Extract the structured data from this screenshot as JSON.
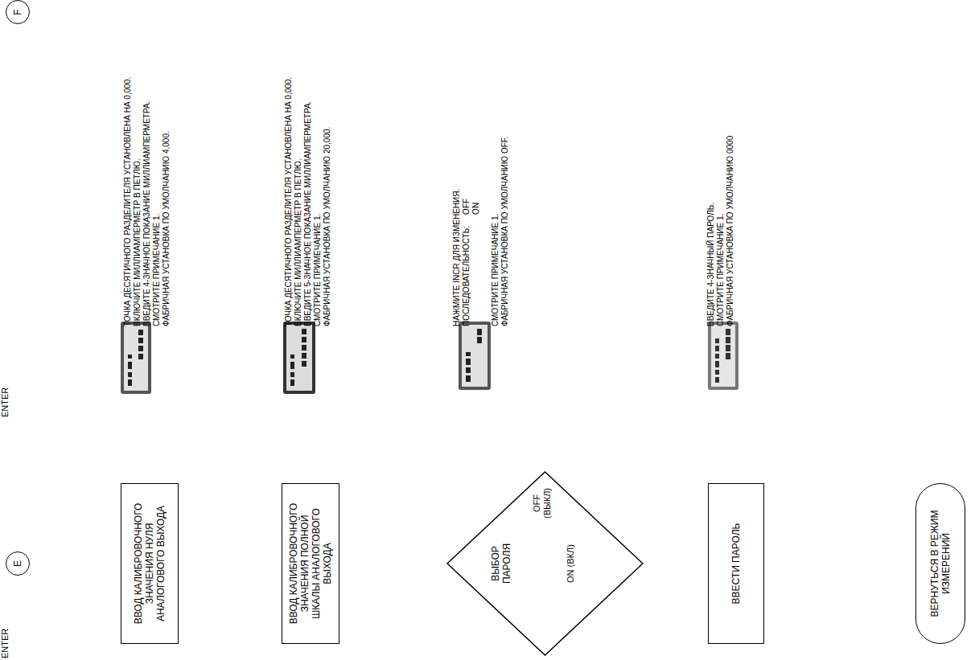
{
  "diagram": {
    "nodes": [
      {
        "text": [
          "E"
        ]
      },
      {
        "text": [
          "F"
        ]
      },
      {
        "text": [
          "ВВОД КАЛИБРОВОЧНОГО ЗНАЧЕНИЯ НУЛЯ АНАЛОГОВОГО ВЫХОДА"
        ]
      },
      {
        "text": [
          "ВВОД КАЛИБРОВОЧНОГО ЗНАЧЕНИЯ ПОЛНОЙ ШКАЛЫ АНАЛОГОВОГО ВЫХОДА"
        ]
      },
      {
        "text": [
          "ВЫБОР ПАРОЛЯ",
          "OFF (ВЫКЛ)",
          "ON (ВКЛ)"
        ]
      },
      {
        "text": [
          "ВВЕСТИ ПАРОЛЬ"
        ]
      },
      {
        "text": [
          "ВЕРНУТЬСЯ В РЕЖИМ ИЗМЕРЕНИЙ"
        ]
      }
    ],
    "edges": [
      {
        "from": 0,
        "to": 2,
        "arrow": "to"
      },
      {
        "from": 2,
        "to": 3,
        "label": "ENTER",
        "arrow": "to"
      },
      {
        "from": 3,
        "to": 4,
        "label": "ENTER",
        "arrow": "to"
      },
      {
        "from": 1,
        "to": 4,
        "arrow": "to"
      },
      {
        "from": 4,
        "to": 5,
        "label": "ENTER",
        "arrow": "to"
      },
      {
        "from": 4,
        "to": 6,
        "label": "ENTER",
        "arrow": "to"
      },
      {
        "from": 5,
        "to": 6,
        "label": "ENTER",
        "arrow": "to"
      }
    ],
    "labels": [
      "ТОЧКА ДЕСЯТИЧНОГО РАЗДЕЛИТЕЛЯ УСТАНОВЛЕНА НА 0,000.",
      "ВКЛЮЧИТЕ МИЛЛИАМПЕРМЕТР В ПЕТЛЮ.",
      "ВВЕДИТЕ 4-ЗНАЧНОЕ ПОКАЗАНИЕ МИЛЛИАМПЕРМЕТРА.",
      "СМОТРИТЕ ПРИМЕЧАНИЕ 1.",
      "ФАБРИЧНАЯ УСТАНОВКА ПО УМОЛЧАНИЮ 4,000.",
      "ТОЧКА ДЕСЯТИЧНОГО РАЗДЕЛИТЕЛЯ УСТАНОВЛЕНА НА 0,000.",
      "ВКЛЮЧИТЕ МИЛЛИАМПЕРМЕТР В ПЕТЛЮ.",
      "ВВЕДИТЕ 5-ЗНАЧНОЕ ПОКАЗАНИЕ МИЛЛИАМПЕРМЕТРА.",
      "СМОТРИТЕ ПРИМЕЧАНИЕ 1.",
      "ФАБРИЧНАЯ УСТАНОВКА ПО УМОЛЧАНИЮ 20,000.",
      "НАЖМИТЕ INCR ДЛЯ ИЗМЕНЕНИЯ.",
      "ПОСЛЕДОВАТЕЛЬНОСТЬ:",
      "OFF",
      "ON",
      "СМОТРИТЕ ПРИМЕЧАНИЕ 1.",
      "ФАБРИЧНАЯ УСТАНОВКА ПО УМОЛЧАНИЮ OFF.",
      "ВВЕДИТЕ 4-ЗНАЧНЫЙ ПАРОЛЬ.",
      "СМОТРИТЕ ПРИМЕЧАНИЕ 1.",
      "ФАБРИЧНАЯ УСТАНОВКА ПО УМОЛЧАНИЮ 0000"
    ]
  }
}
